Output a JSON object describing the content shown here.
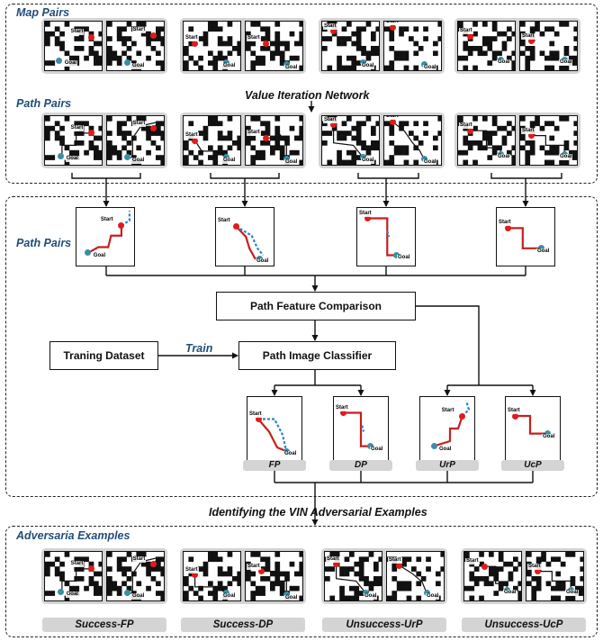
{
  "sections": {
    "map_pairs": "Map Pairs",
    "path_pairs_top": "Path Pairs",
    "path_pairs_mid": "Path Pairs",
    "adversarial": "Adversaria Examples"
  },
  "flow": {
    "vin": "Value Iteration Network",
    "identify": "Identifying the VIN Adversarial Examples",
    "train": "Train"
  },
  "nodes": {
    "comparison": "Path Feature Comparison",
    "dataset": "Traning Dataset",
    "classifier": "Path Image Classifier"
  },
  "maze_labels": {
    "start": "Start",
    "goal": "Goal"
  },
  "classes": [
    "FP",
    "DP",
    "UrP",
    "UcP"
  ],
  "adversarial_labels": [
    "Success-FP",
    "Success-DP",
    "Unsuccess-UrP",
    "Unsuccess-UcP"
  ],
  "colors": {
    "section_label": "#1f4e79",
    "start": "#e01b1b",
    "goal": "#3a8fa6",
    "path_red": "#c81e1e",
    "path_blue": "#2e86c1",
    "path_black": "#111111",
    "tile_background": "#d4d4d4"
  }
}
